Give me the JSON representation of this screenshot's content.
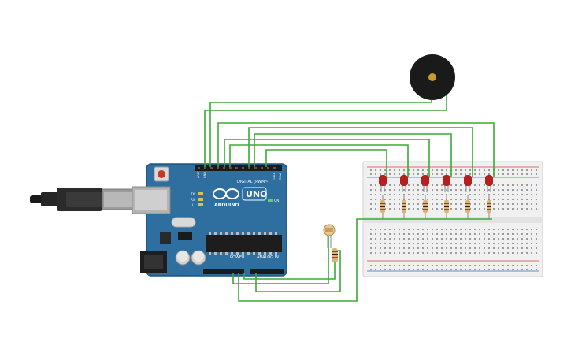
{
  "board": {
    "brand": "ARDUINO",
    "model": "UNO",
    "digital_header": "DIGITAL (PWM~)",
    "power_header": "POWER",
    "analog_header": "ANALOG IN",
    "on_label": "ON",
    "tx_label": "TX",
    "rx_label": "RX",
    "l_label": "L",
    "aref_label": "AREF",
    "gnd_label": "GND",
    "tx_pin_label": "TX▸1",
    "rx_pin_label": "RX◂0"
  },
  "components": {
    "leds": 6,
    "resistors": 7,
    "buzzer": 1,
    "photoresistor": 1
  },
  "colors": {
    "board": "#2f6fa0",
    "board_edge": "#1e5480",
    "wire": "#3aaa35",
    "led": "#b51f1f",
    "breadboard": "#f0f0f0",
    "buzzer": "#1a1a1a",
    "buzzer_center": "#c69a2c"
  }
}
